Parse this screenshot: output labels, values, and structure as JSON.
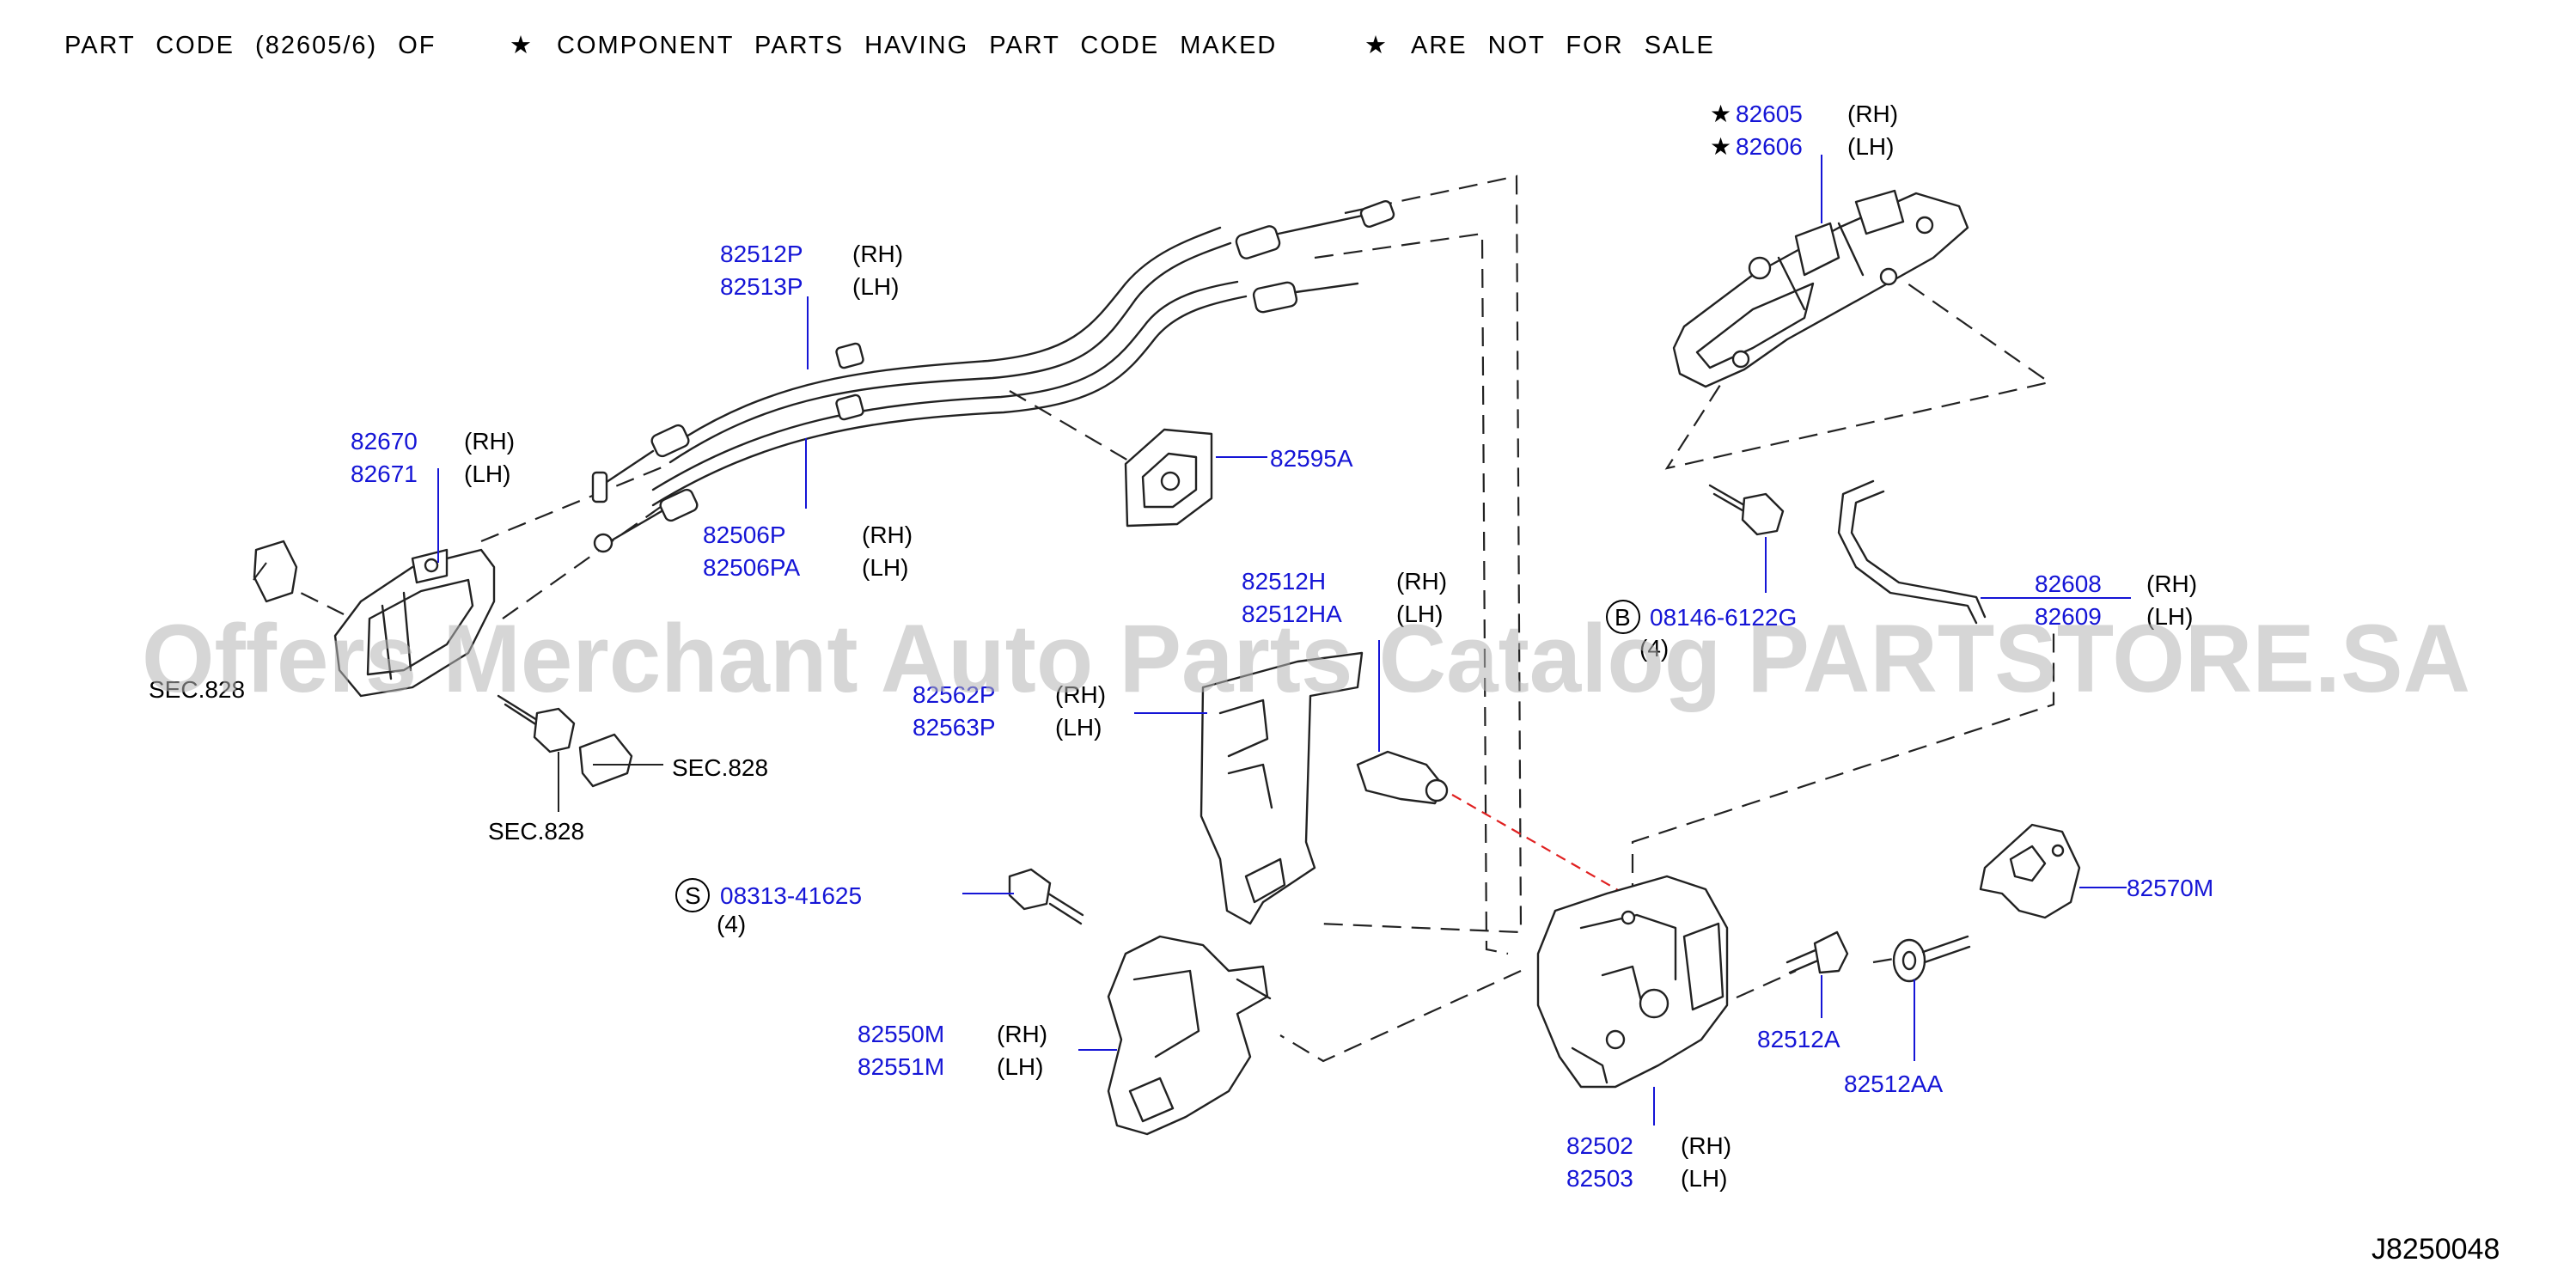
{
  "header": {
    "part_code_note": "PART  CODE  (82605/6)  OF",
    "component_note": "COMPONENT  PARTS  HAVING  PART  CODE  MAKED",
    "sale_note": "ARE  NOT  FOR  SALE",
    "star_symbol": "★"
  },
  "labels": {
    "p82605": "82605",
    "p82605_side": "(RH)",
    "p82606": "82606",
    "p82606_side": "(LH)",
    "p82512P": "82512P",
    "p82512P_side": "(RH)",
    "p82513P": "82513P",
    "p82513P_side": "(LH)",
    "p82670": "82670",
    "p82670_side": "(RH)",
    "p82671": "82671",
    "p82671_side": "(LH)",
    "p82595A": "82595A",
    "p82506P": "82506P",
    "p82506P_side": "(RH)",
    "p82506PA": "82506PA",
    "p82506PA_side": "(LH)",
    "p82512H": "82512H",
    "p82512H_side": "(RH)",
    "p82512HA": "82512HA",
    "p82512HA_side": "(LH)",
    "b_symbol": "B",
    "p08146": "08146-6122G",
    "p08146_qty": "(4)",
    "p82608": "82608",
    "p82608_side": "(RH)",
    "p82609": "82609",
    "p82609_side": "(LH)",
    "sec828_a": "SEC.828",
    "sec828_b": "SEC.828",
    "sec828_c": "SEC.828",
    "p82562P": "82562P",
    "p82562P_side": "(RH)",
    "p82563P": "82563P",
    "p82563P_side": "(LH)",
    "s_symbol": "S",
    "p08313": "08313-41625",
    "p08313_qty": "(4)",
    "p82570M": "82570M",
    "p82550M": "82550M",
    "p82550M_side": "(RH)",
    "p82551M": "82551M",
    "p82551M_side": "(LH)",
    "p82512A": "82512A",
    "p82512AA": "82512AA",
    "p82502": "82502",
    "p82502_side": "(RH)",
    "p82503": "82503",
    "p82503_side": "(LH)"
  },
  "watermark": "Offers Merchant Auto Parts Catalog PARTSTORE.SA",
  "reference_code": "J8250048",
  "colors": {
    "part_number": "#1515d6",
    "text": "#000000",
    "line": "#222222",
    "link_dash": "#e02020",
    "watermark": "#b4b4b4"
  }
}
